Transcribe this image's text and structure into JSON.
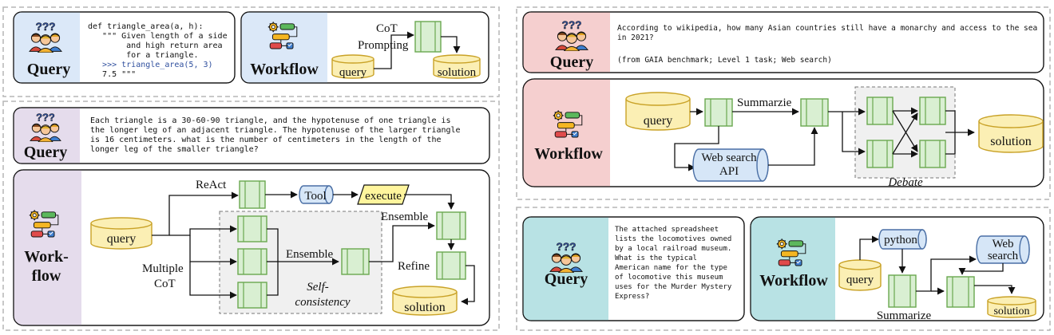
{
  "icons": {
    "query": "people-question-icon",
    "workflow": "gear-flowchart-icon",
    "question_marks": "???"
  },
  "colors": {
    "query_blue": "#dbe8f8",
    "workflow_blue": "#dbe8f8",
    "query_purple": "#e5dcec",
    "workflow_purple": "#e5dcec",
    "query_red": "#f5cfcf",
    "workflow_red": "#f5cfcf",
    "query_teal": "#b8e2e4",
    "workflow_teal": "#b8e2e4",
    "node_green": "#d9efd2",
    "node_green_stroke": "#6aa84f",
    "query_yellow": "#fbefb4",
    "query_yellow_stroke": "#c9a227",
    "tool_blue": "#d6e6f7",
    "tool_stroke": "#4a6fa5",
    "execute_yellow": "#fff59d",
    "dashed_border": "#b5b5b5",
    "gray_region": "#f0f0f0"
  },
  "labels": {
    "query": "Query",
    "workflow": "Workflow",
    "workflow_line1": "Work-",
    "workflow_line2": "flow",
    "query_node": "query",
    "solution_node": "solution"
  },
  "panel_a": {
    "code": [
      "def triangle_area(a, h):",
      "   \"\"\" Given length of a side",
      "        and high return area",
      "        for a triangle.",
      "   >>> triangle_area(5, 3)",
      "   7.5 \"\"\""
    ],
    "edge_label_1": "CoT",
    "edge_label_2": "Prompting"
  },
  "panel_b": {
    "question_lines": [
      "Each triangle is a 30-60-90 triangle, and the hypotenuse of one triangle is",
      "the longer leg of an adjacent triangle. The hypotenuse of the larger triangle",
      "is 16 centimeters. what is the number of centimeters in the length of the",
      "longer leg of the smaller triangle?"
    ],
    "react": "ReAct",
    "tool": "Tool",
    "execute": "execute",
    "ensemble_top": "Ensemble",
    "ensemble_mid": "Ensemble",
    "refine": "Refine",
    "multiple_1": "Multiple",
    "multiple_2": "CoT",
    "self_1": "Self-",
    "self_2": "consistency"
  },
  "panel_c": {
    "question_lines": [
      "According to wikipedia, how many Asian countries still have a monarchy and access to the sea",
      "in 2021?",
      "",
      "(from GAIA benchmark; Level 1 task; Web search)"
    ],
    "summarize": "Summarzie",
    "web_1": "Web search",
    "web_2": "API",
    "debate": "Debate"
  },
  "panel_d": {
    "question_lines": [
      "The attached spreadsheet",
      "lists the locomotives owned",
      "by a local railroad museum.",
      "What is the typical",
      "American name for the type",
      "of locomotive this museum",
      "uses for the Murder Mystery",
      "Express?"
    ],
    "python": "python",
    "web_1": "Web",
    "web_2": "search",
    "summarize": "Summarize"
  }
}
